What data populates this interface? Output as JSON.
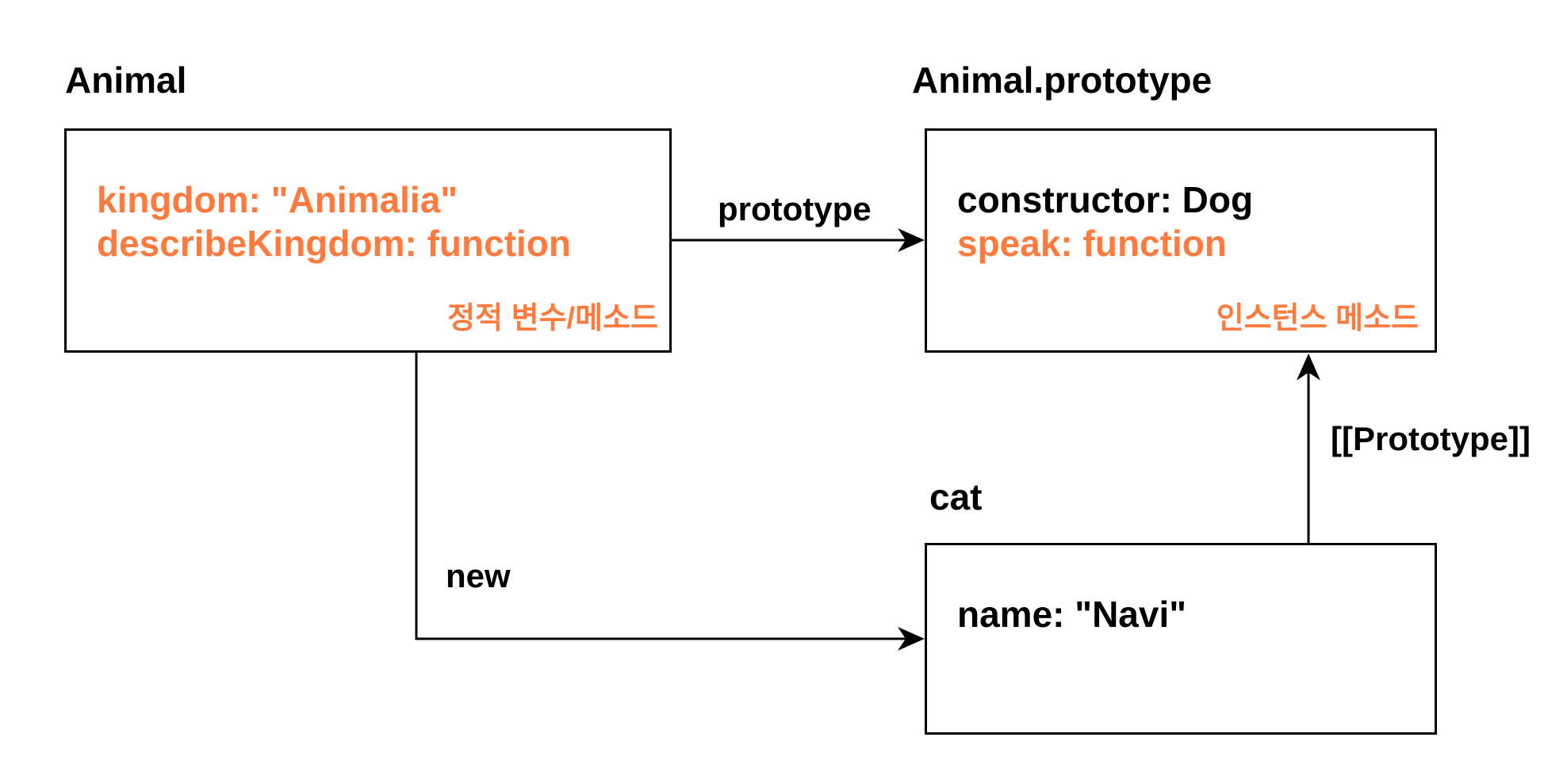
{
  "colors": {
    "accent": "#ff7a3c",
    "text": "#000000",
    "stroke": "#000000",
    "background": "#ffffff"
  },
  "nodes": {
    "animal": {
      "title": "Animal",
      "lines": [
        "kingdom: \"Animalia\"",
        "describeKingdom: function"
      ],
      "tag": "정적 변수/메소드"
    },
    "prototype": {
      "title": "Animal.prototype",
      "lines": [
        "constructor: Dog",
        "speak: function"
      ],
      "tag": "인스턴스 메소드"
    },
    "cat": {
      "title": "cat",
      "lines": [
        "name: \"Navi\""
      ]
    }
  },
  "edges": {
    "prototype_link": "prototype",
    "new_link": "new",
    "proto_chain": "[[Prototype]]"
  }
}
